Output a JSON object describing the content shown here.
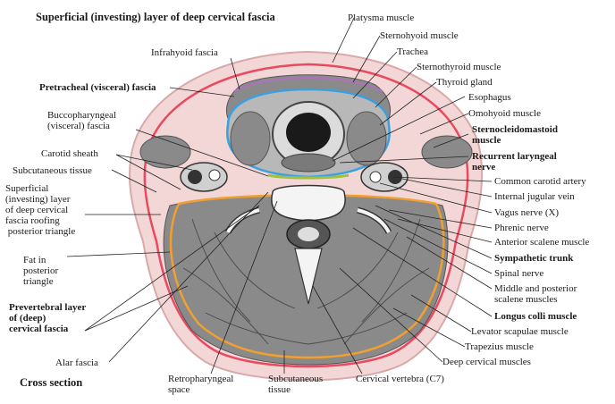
{
  "labels": {
    "superficial_layer": "Superficial (investing) layer of deep cervical fascia",
    "infrahyoid_fascia": "Infrahyoid fascia",
    "pretracheal_fascia": "Pretracheal (visceral) fascia",
    "buccopharyngeal_fascia": "Buccopharyngeal\n(visceral) fascia",
    "carotid_sheath": "Carotid sheath",
    "subcutaneous_tissue_left": "Subcutaneous tissue",
    "superficial_roofing": "Superficial\n(investing) layer\nof deep cervical\nfascia roofing\n posterior triangle",
    "fat_posterior_triangle": "Fat in\nposterior\ntriangle",
    "prevertebral_layer": "Prevertebral layer\nof (deep)\ncervical fascia",
    "alar_fascia": "Alar fascia",
    "cross_section": "Cross section",
    "retropharyngeal_space": "Retropharyngeal\nspace",
    "subcutaneous_tissue_bottom": "Subcutaneous\ntissue",
    "cervical_vertebra": "Cervical vertebra (C7)",
    "platysma": "Platysma muscle",
    "sternohyoid": "Sternohyoid muscle",
    "trachea": "Trachea",
    "sternothyroid": "Sternothyroid muscle",
    "thyroid_gland": "Thyroid gland",
    "esophagus": "Esophagus",
    "omohyoid": "Omohyoid muscle",
    "sternocleidomastoid": "Sternocleidomastoid\nmuscle",
    "recurrent_laryngeal": "Recurrent laryngeal\nnerve",
    "common_carotid": "Common carotid artery",
    "internal_jugular": "Internal jugular vein",
    "vagus_nerve": "Vagus nerve (X)",
    "phrenic_nerve": "Phrenic nerve",
    "anterior_scalene": "Anterior scalene muscle",
    "sympathetic_trunk": "Sympathetic trunk",
    "spinal_nerve": "Spinal nerve",
    "middle_posterior_scalene": "Middle and posterior\nscalene muscles",
    "longus_colli": "Longus colli muscle",
    "levator_scapulae": "Levator scapulae muscle",
    "trapezius": "Trapezius muscle",
    "deep_cervical": "Deep cervical muscles"
  },
  "colors": {
    "investing_fascia": "#e84a5f",
    "pretracheal_fascia": "#3aa0e0",
    "prevertebral_fascia": "#f0a030",
    "buccopharyngeal_fascia": "#a0c040",
    "infrahyoid_fascia": "#b070c0",
    "muscle": "#8a8a8a",
    "skin": "#f3d6d6"
  }
}
